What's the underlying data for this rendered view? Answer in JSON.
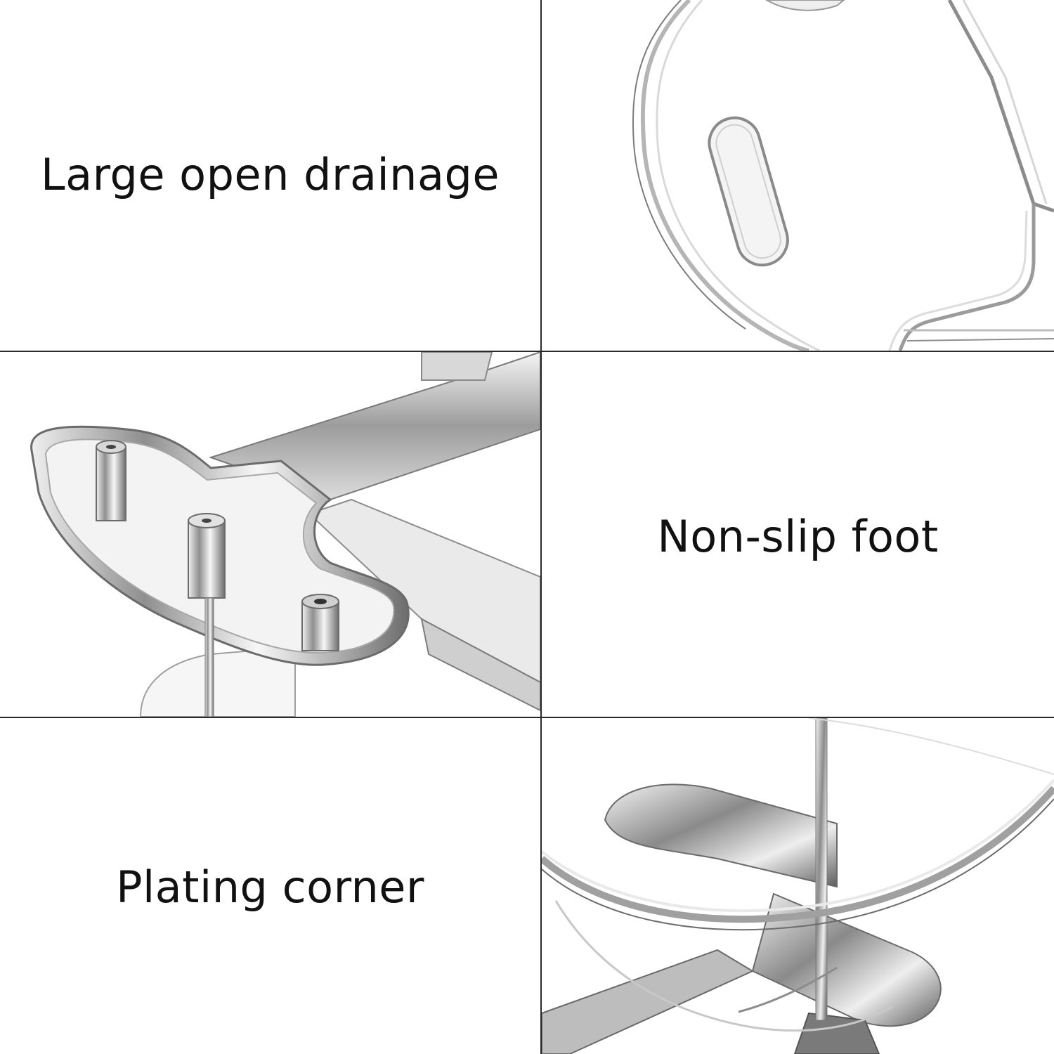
{
  "panels": {
    "top_left": {
      "caption": "Large open drainage"
    },
    "middle_right": {
      "caption": "Non-slip foot"
    },
    "bottom_left": {
      "caption": "Plating corner"
    }
  },
  "colors": {
    "divider": "#2a2a2a",
    "caption_text": "#111111",
    "chrome_light": "#e6e6e6",
    "chrome_mid": "#a9a9a9",
    "chrome_dark": "#5b5b5b"
  }
}
